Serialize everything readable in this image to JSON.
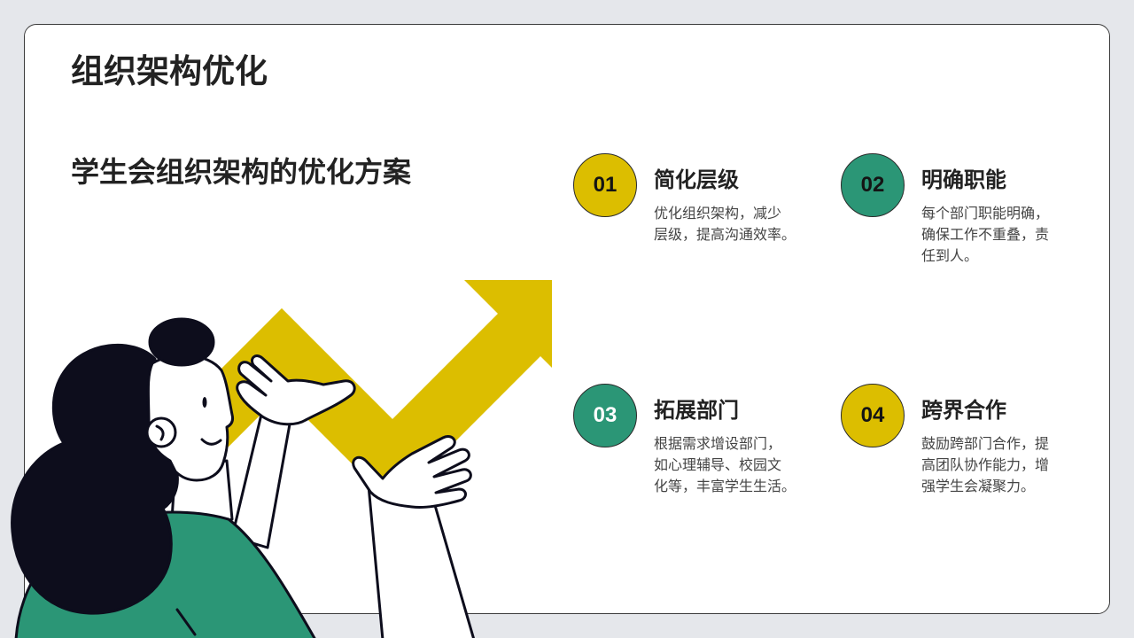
{
  "slide": {
    "title": "组织架构优化",
    "subtitle": "学生会组织架构的优化方案"
  },
  "colors": {
    "page_background": "#e5e7eb",
    "card_background": "#ffffff",
    "accent_yellow": "#dcbe00",
    "accent_green": "#2b9676",
    "heading_text": "#222222",
    "body_text": "#444444",
    "outline": "#0d0d1c"
  },
  "items": [
    {
      "number": "01",
      "title": "简化层级",
      "description_lines": [
        "优化组织架构，减少",
        "层级，提高沟通效率。"
      ],
      "circle_color": "#dcbe00",
      "number_color": "#141414"
    },
    {
      "number": "02",
      "title": "明确职能",
      "description_lines": [
        "每个部门职能明确，",
        "确保工作不重叠，责",
        "任到人。"
      ],
      "circle_color": "#2b9676",
      "number_color": "#141414"
    },
    {
      "number": "03",
      "title": "拓展部门",
      "description_lines": [
        "根据需求增设部门，",
        "如心理辅导、校园文",
        "化等，丰富学生生活。"
      ],
      "circle_color": "#2b9676",
      "number_color": "#ffffff"
    },
    {
      "number": "04",
      "title": "跨界合作",
      "description_lines": [
        "鼓励跨部门合作，提",
        "高团队协作能力，增",
        "强学生会凝聚力。"
      ],
      "circle_color": "#dcbe00",
      "number_color": "#141414"
    }
  ]
}
